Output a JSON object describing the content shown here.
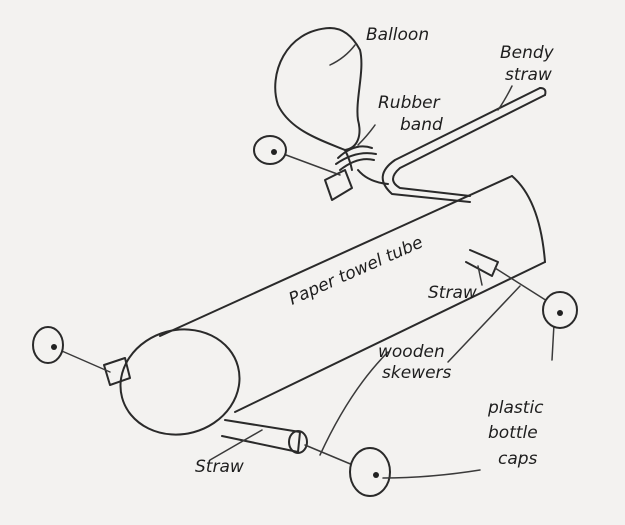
{
  "labels": {
    "balloon": "Balloon",
    "bendy_straw_1": "Bendy",
    "bendy_straw_2": "straw",
    "rubber_band_1": "Rubber",
    "rubber_band_2": "band",
    "paper_towel_tube": "Paper towel tube",
    "straw_right": "Straw",
    "straw_left": "Straw",
    "wooden_skewers_1": "wooden",
    "wooden_skewers_2": "skewers",
    "plastic_bottle_caps_1": "plastic",
    "plastic_bottle_caps_2": "bottle",
    "plastic_bottle_caps_3": "caps"
  }
}
